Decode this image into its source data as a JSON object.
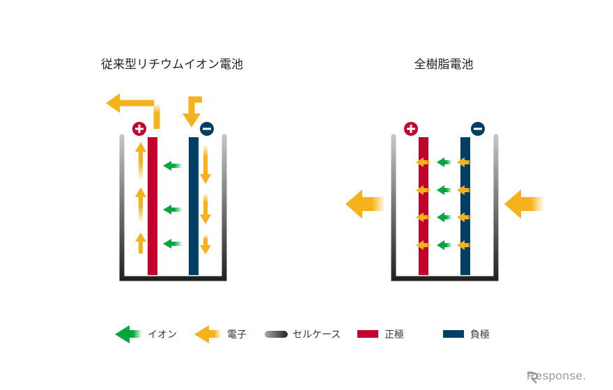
{
  "left_title": "従来型リチウムイオン電池",
  "right_title": "全樹脂電池",
  "legend": {
    "ion": "イオン",
    "electron": "電子",
    "cell_case": "セルケース",
    "positive": "正極",
    "negative": "負極"
  },
  "watermark": "Response.",
  "colors": {
    "ion": "#00a73c",
    "electron": "#f5b21a",
    "positive": "#c4002c",
    "negative": "#003e63",
    "case_dark": "#222222",
    "case_light": "#bbbbbb"
  }
}
